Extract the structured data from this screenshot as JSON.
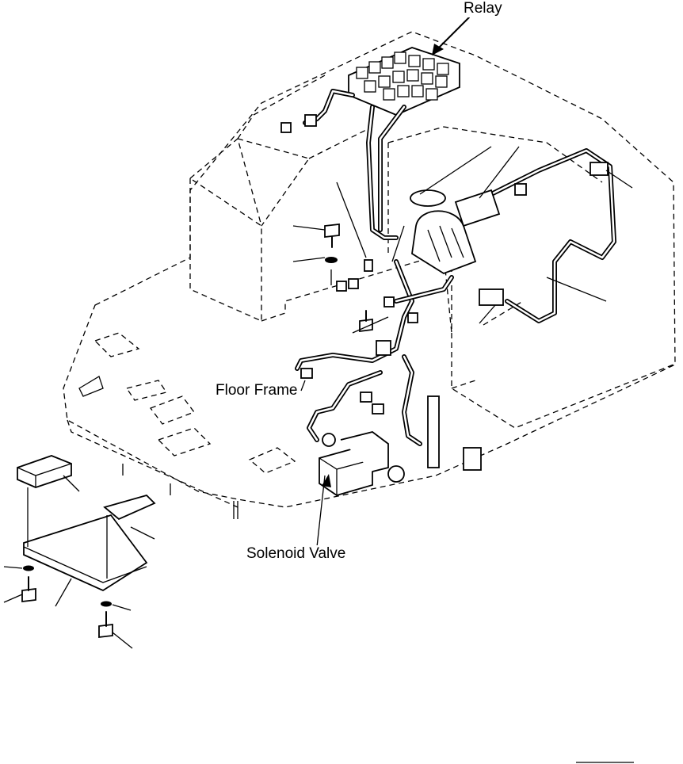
{
  "labels": {
    "relay": "Relay",
    "floor_frame": "Floor Frame",
    "solenoid_valve": "Solenoid Valve"
  }
}
